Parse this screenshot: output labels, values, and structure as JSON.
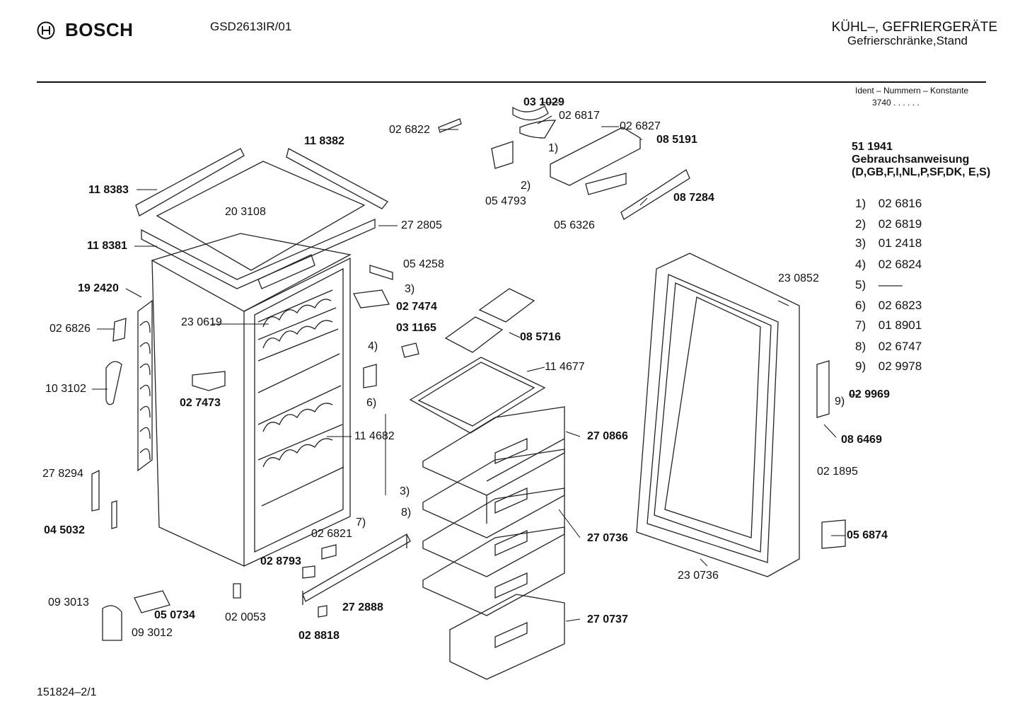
{
  "header": {
    "brand": "BOSCH",
    "model": "GSD2613IR/01",
    "category_line1": "KÜHL–, GEFRIERGERÄTE",
    "category_line2": "Gefrierschränke,Stand"
  },
  "ident": {
    "label": "Ident – Nummern – Konstante",
    "value": "3740 . .  . . . ."
  },
  "manual": {
    "number": "51 1941",
    "title": "Gebrauchsanweisung",
    "languages": "(D,GB,F,I,NL,P,SF,DK, E,S)"
  },
  "footnotes": [
    {
      "n": "1)",
      "part": "02 6816"
    },
    {
      "n": "2)",
      "part": "02 6819"
    },
    {
      "n": "3)",
      "part": "01 2418"
    },
    {
      "n": "4)",
      "part": "02 6824"
    },
    {
      "n": "5)",
      "part": "——"
    },
    {
      "n": "6)",
      "part": "02 6823"
    },
    {
      "n": "7)",
      "part": "01 8901"
    },
    {
      "n": "8)",
      "part": "02 6747"
    },
    {
      "n": "9)",
      "part": "02 9978"
    }
  ],
  "parts": {
    "p031029": "03 1029",
    "p026817": "02 6817",
    "p026822": "02 6822",
    "p026827": "02 6827",
    "p085191": "08 5191",
    "p118382": "11 8382",
    "p118383": "11 8383",
    "p203108": "20 3108",
    "p272805": "27 2805",
    "p118381": "11 8381",
    "p054793": "05 4793",
    "p056326": "05 6326",
    "p087284": "08 7284",
    "p054258": "05 4258",
    "p192420": "19 2420",
    "p027474": "02 7474",
    "p230619": "23 0619",
    "p026826": "02 6826",
    "p031165": "03 1165",
    "p085716": "08 5716",
    "p103102": "10 3102",
    "p114677": "11 4677",
    "p027473": "02 7473",
    "p114682": "11 4682",
    "p270866": "27 0866",
    "p278294": "27 8294",
    "p045032": "04 5032",
    "p026821": "02 6821",
    "p270736": "27 0736",
    "p028793": "02 8793",
    "p093013": "09 3013",
    "p050734": "05 0734",
    "p020053": "02 0053",
    "p272888": "27 2888",
    "p270737": "27 0737",
    "p093012": "09 3012",
    "p028818": "02 8818",
    "p230852": "23 0852",
    "p029969": "02 9969",
    "p086469": "08 6469",
    "p021895": "02 1895",
    "p056874": "05 6874",
    "p230736": "23 0736"
  },
  "callouts": {
    "c1": "1)",
    "c2": "2)",
    "c3a": "3)",
    "c3b": "3)",
    "c4": "4)",
    "c6": "6)",
    "c7": "7)",
    "c8": "8)",
    "c9": "9)"
  },
  "footer": "151824–2/1"
}
